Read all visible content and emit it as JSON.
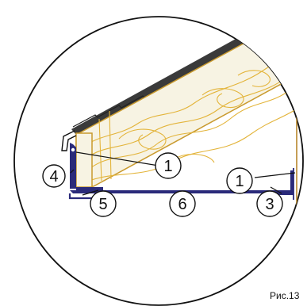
{
  "callouts": {
    "c1_left": "1",
    "c1_right": "1",
    "c3": "3",
    "c4": "4",
    "c5": "5",
    "c6": "6"
  },
  "caption": "Рис.13",
  "colors": {
    "wood_fill": "#f7f3e3",
    "wood_grain": "#e3b43a",
    "profile": "#2a2a7a",
    "outline": "#111111",
    "shingle": "#3a3a3a",
    "wall": "#b8862b"
  }
}
